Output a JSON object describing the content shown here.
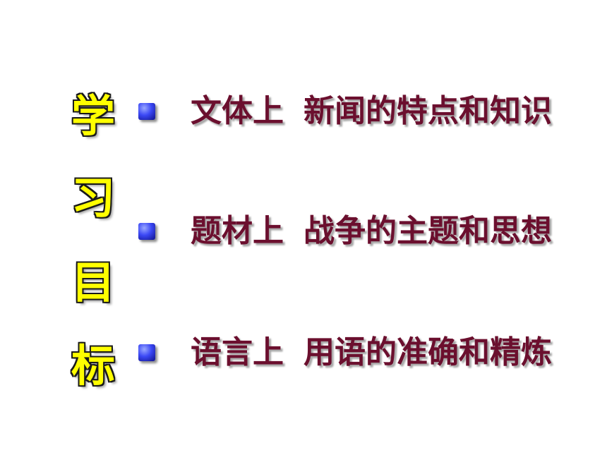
{
  "title_chars": [
    "学",
    "习",
    "目",
    "标"
  ],
  "objectives": [
    {
      "aspect": "文体上",
      "detail": "新闻的特点和知识"
    },
    {
      "aspect": "题材上",
      "detail": "战争的主题和思想"
    },
    {
      "aspect": "语言上",
      "detail": "用语的准确和精炼"
    }
  ],
  "colors": {
    "title_fill": "#ffff00",
    "text": "#6b0f2e",
    "bullet": "#3b48f5",
    "background": "#ffffff"
  },
  "icons": {
    "bullet": "blue-square-bullet-icon"
  }
}
